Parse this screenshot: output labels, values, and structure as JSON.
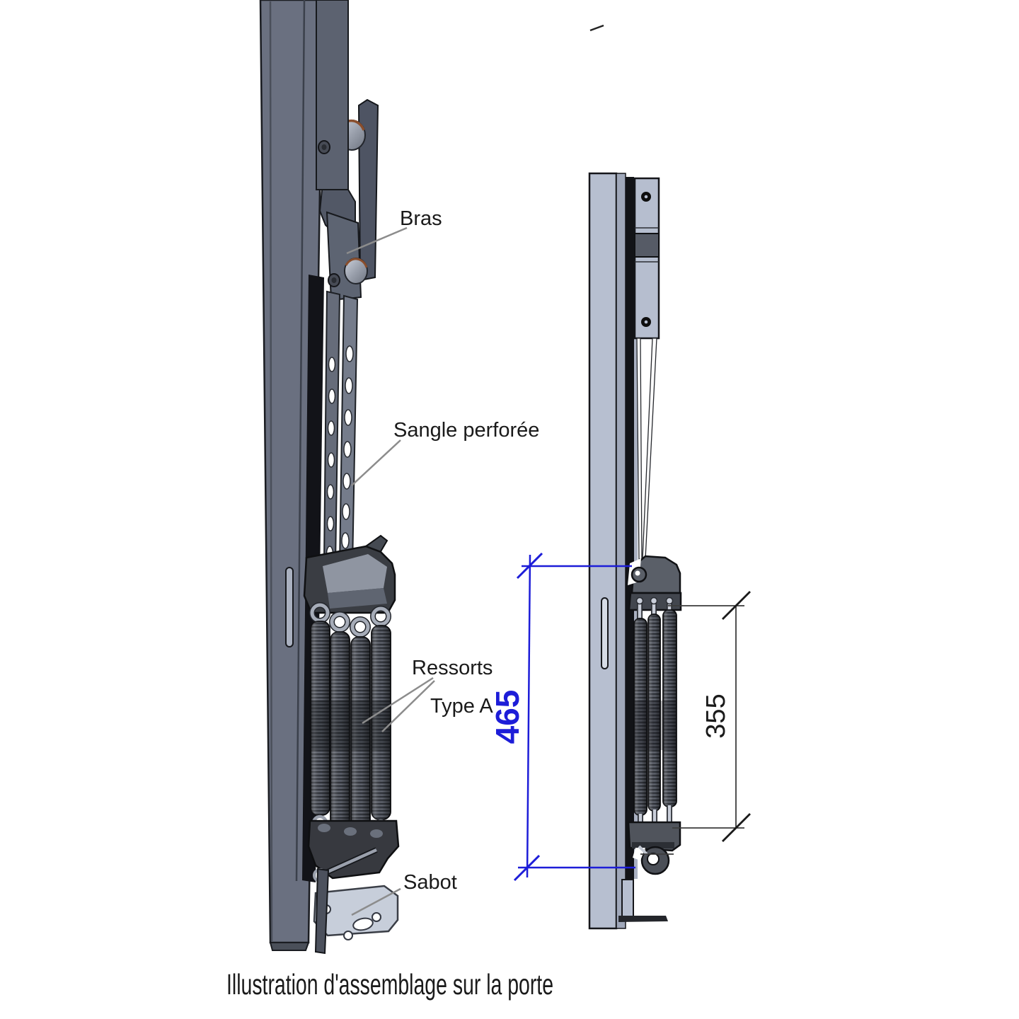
{
  "diagram": {
    "caption": "Illustration d'assemblage sur la porte",
    "labels": {
      "bras": "Bras",
      "sangle_perforee": "Sangle perforée",
      "ressorts": "Ressorts",
      "type_a": "Type A",
      "sabot": "Sabot"
    },
    "dimensions": {
      "hauteur_totale": {
        "value": "465",
        "color": "#1d1dd8",
        "orientation": "vertical"
      },
      "longueur_ressorts": {
        "value": "355",
        "color": "#1a1a1a",
        "orientation": "vertical"
      }
    },
    "colors": {
      "background": "#ffffff",
      "profile_3d_dark": "#6a7080",
      "profile_side_light": "#b7bfd0",
      "spring_coil": "#4d515a",
      "bracket_dark": "#3a3d43",
      "sabot_plate": "#c7ceda",
      "roller_rim_orange": "#8a4e2c",
      "dimension_blue": "#1d1dd8",
      "leader_gray": "#8c8c8c"
    }
  }
}
